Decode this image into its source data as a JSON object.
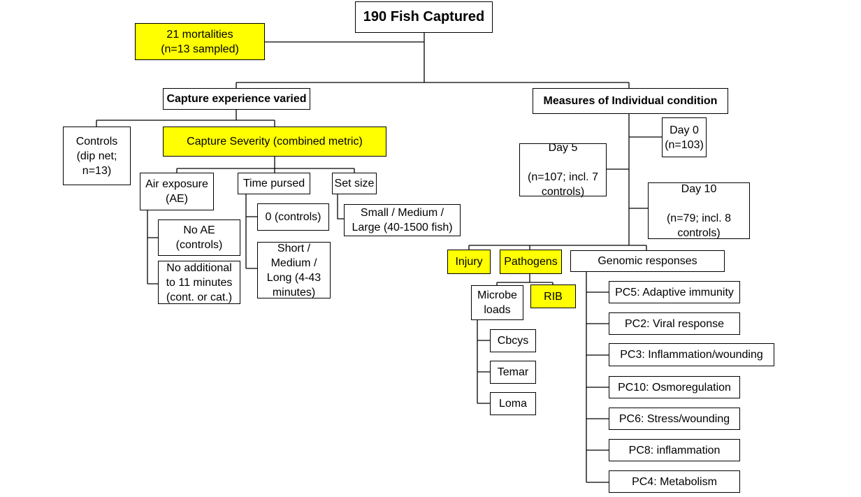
{
  "diagram": {
    "root": "190 Fish Captured",
    "mortalities": "21 mortalities\n(n=13 sampled)",
    "capture_experience": "Capture experience varied",
    "measures_condition": "Measures of Individual condition",
    "controls": "Controls\n(dip net;\nn=13)",
    "capture_severity": "Capture Severity (combined metric)",
    "air_exposure": "Air exposure\n(AE)",
    "no_ae": "No AE\n(controls)",
    "no_additional": "No additional\nto 11 minutes\n(cont. or cat.)",
    "time_pursed": "Time pursed",
    "time_zero": "0 (controls)",
    "time_levels": "Short /\nMedium /\nLong (4-43\nminutes)",
    "set_size": "Set size",
    "set_size_levels": "Small / Medium /\nLarge (40-1500 fish)",
    "day0": "Day 0\n(n=103)",
    "day5": "Day 5\n\n(n=107; incl. 7\ncontrols)",
    "day10": "Day 10\n\n(n=79; incl. 8\ncontrols)",
    "injury": "Injury",
    "pathogens": "Pathogens",
    "microbe_loads": "Microbe\nloads",
    "rib": "RIB",
    "cbcys": "Cbcys",
    "temar": "Temar",
    "loma": "Loma",
    "genomic": "Genomic responses",
    "pc5": "PC5: Adaptive immunity",
    "pc2": "PC2: Viral response",
    "pc3": "PC3: Inflammation/wounding",
    "pc10": "PC10: Osmoregulation",
    "pc6": "PC6: Stress/wounding",
    "pc8": "PC8: inflammation",
    "pc4": "PC4: Metabolism"
  },
  "colors": {
    "highlight": "#ffff00",
    "line": "#000000",
    "background": "#ffffff"
  }
}
